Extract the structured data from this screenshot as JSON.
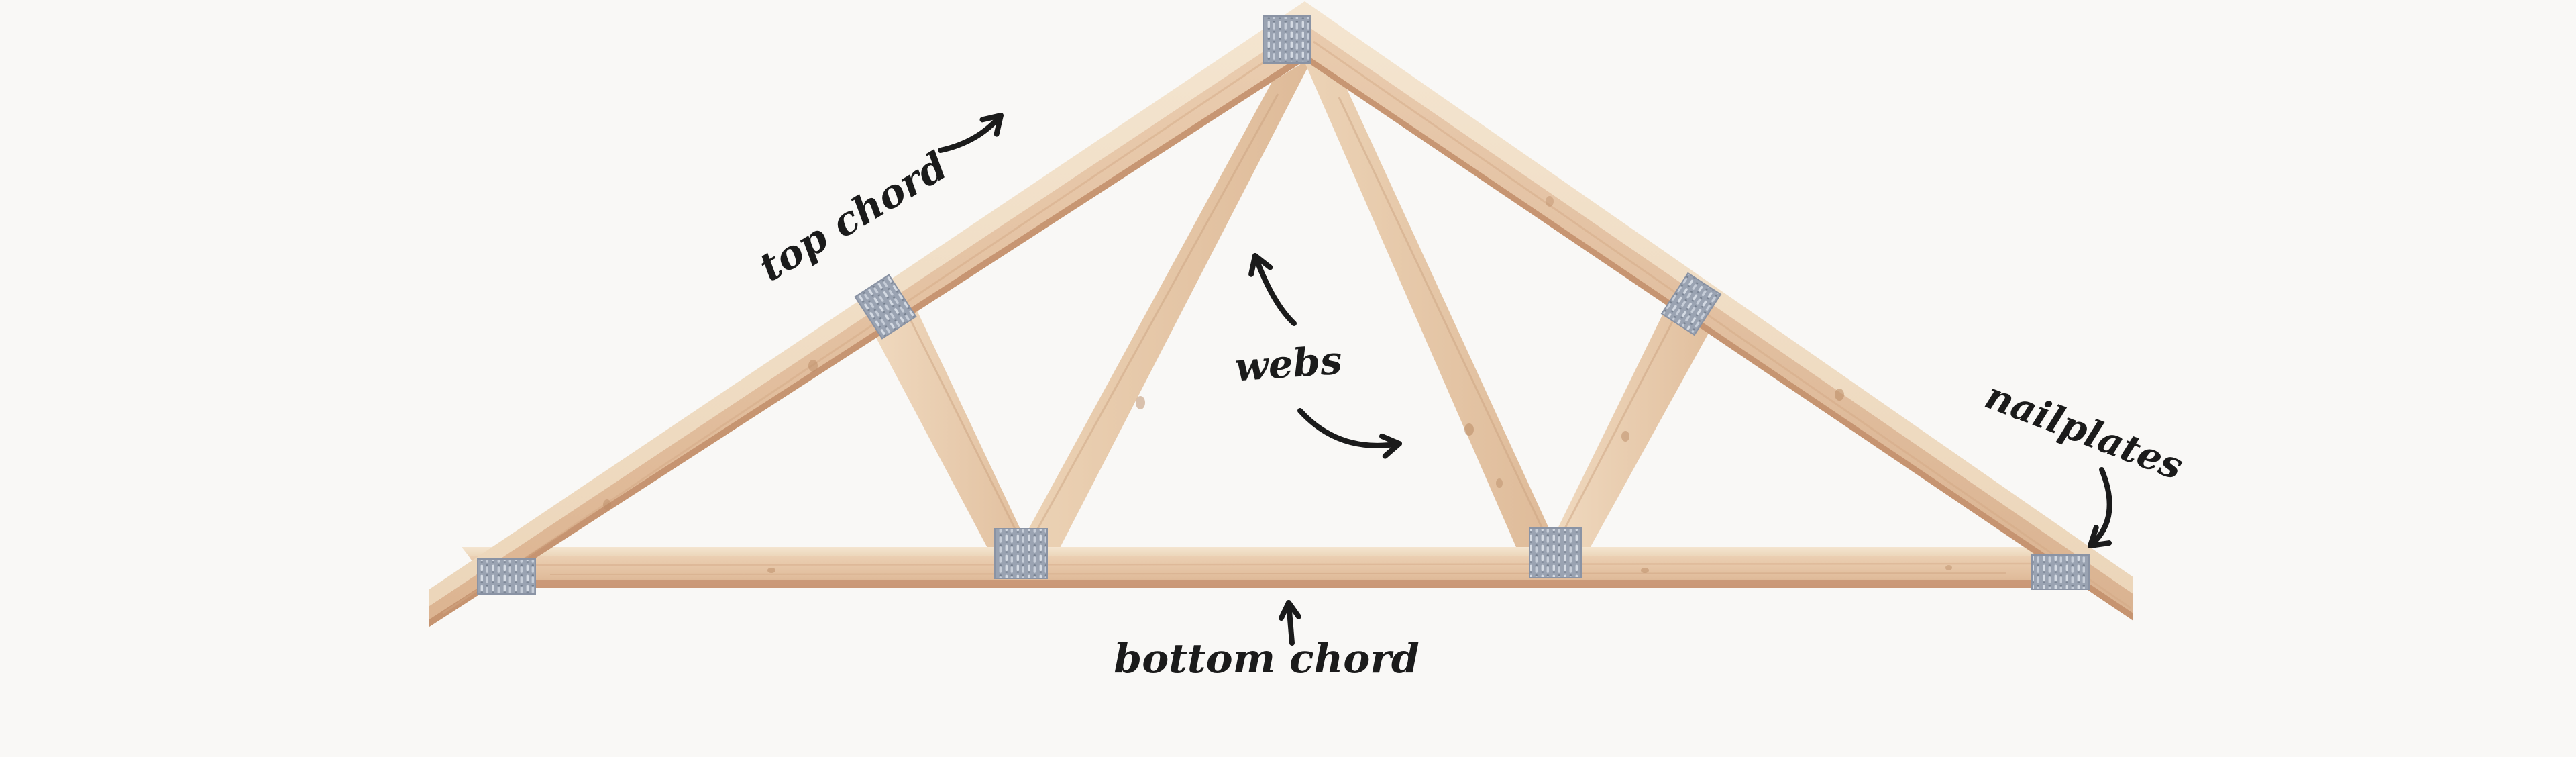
{
  "figure": {
    "subject": "timber roof truss with metal connector plates",
    "background_color": "#f9f8f6",
    "ink_color": "#1b1b1b",
    "wood_top_face_color": "#f2e2cc",
    "wood_front_color": "#e7c9ab",
    "wood_edge_color": "#c3906d",
    "nailplate_color": "#9aa3b2",
    "nailplate_count": 7,
    "web_count": 4
  },
  "labels": {
    "top_chord": "top chord",
    "webs": "webs",
    "nailplates": "nailplates",
    "bottom_chord": "bottom chord"
  }
}
